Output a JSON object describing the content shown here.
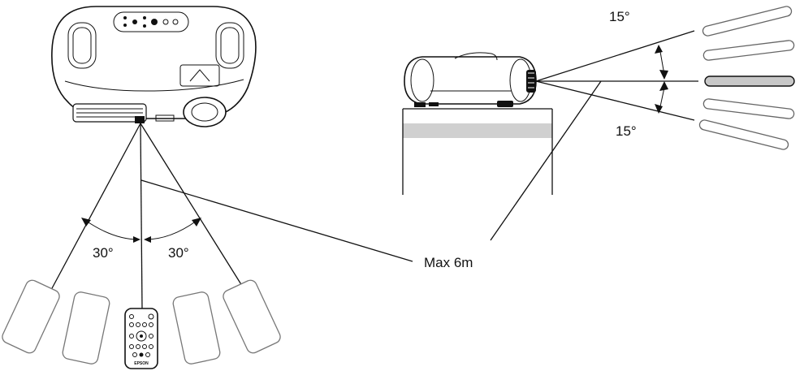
{
  "labels": {
    "side_angle_left": "30°",
    "side_angle_right": "30°",
    "vertical_angle_top": "15°",
    "vertical_angle_bottom": "15°",
    "max_distance": "Max 6m",
    "remote_brand": "EPSON"
  },
  "colors": {
    "stroke": "#111111",
    "ghost_stroke": "#777777",
    "table_band": "#d0d0d0",
    "active_bar": "#c8c8c8"
  },
  "icons": {
    "projector_top": "projector-top-view-icon",
    "projector_side": "projector-side-view-icon",
    "remote": "remote-control-icon"
  }
}
